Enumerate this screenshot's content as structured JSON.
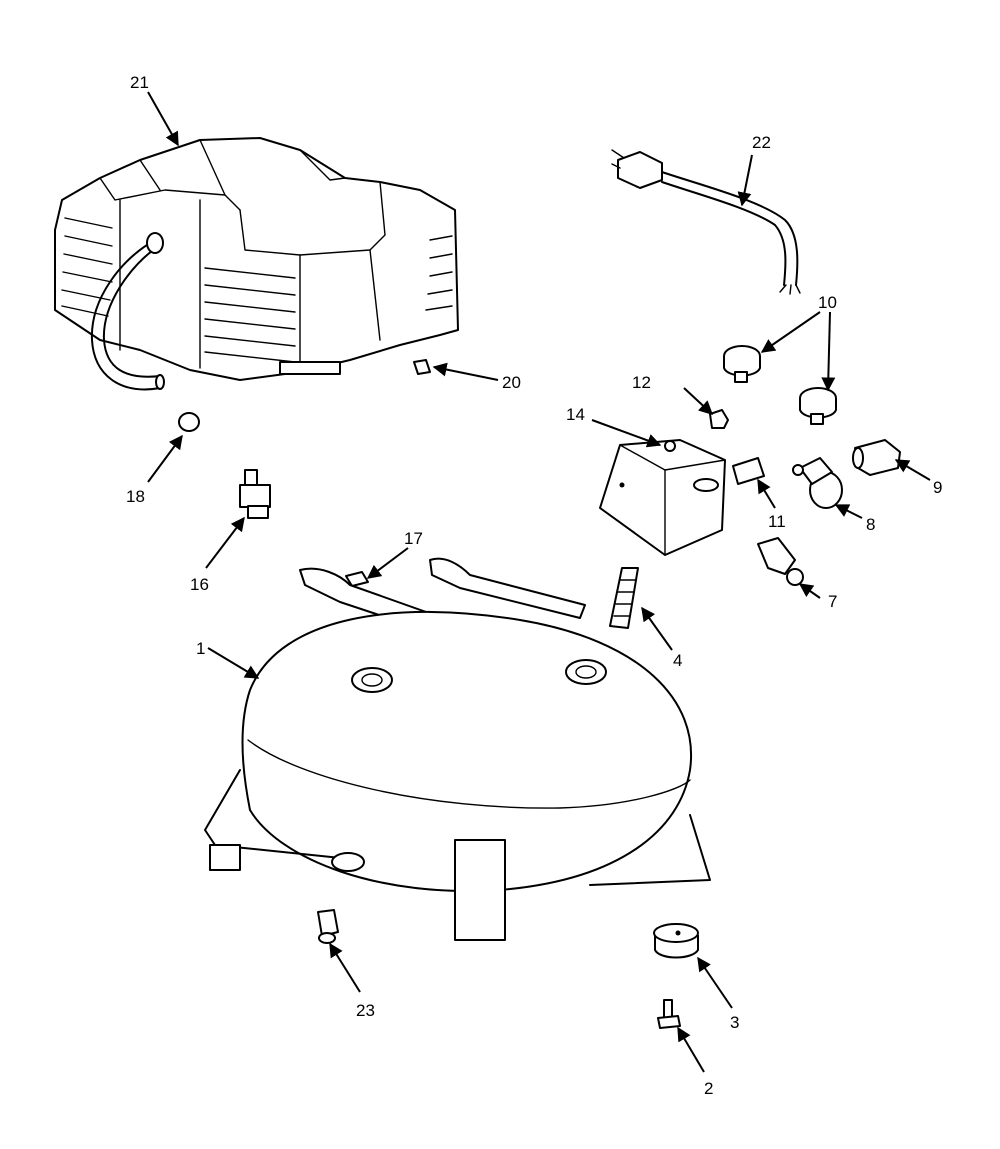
{
  "diagram": {
    "callouts": [
      {
        "id": "c1",
        "text": "1"
      },
      {
        "id": "c2",
        "text": "2"
      },
      {
        "id": "c3",
        "text": "3"
      },
      {
        "id": "c4",
        "text": "4"
      },
      {
        "id": "c7",
        "text": "7"
      },
      {
        "id": "c8",
        "text": "8"
      },
      {
        "id": "c9",
        "text": "9"
      },
      {
        "id": "c10",
        "text": "10"
      },
      {
        "id": "c11",
        "text": "11"
      },
      {
        "id": "c12",
        "text": "12"
      },
      {
        "id": "c14",
        "text": "14"
      },
      {
        "id": "c16",
        "text": "16"
      },
      {
        "id": "c17",
        "text": "17"
      },
      {
        "id": "c18",
        "text": "18"
      },
      {
        "id": "c20",
        "text": "20"
      },
      {
        "id": "c21",
        "text": "21"
      },
      {
        "id": "c22",
        "text": "22"
      },
      {
        "id": "c23",
        "text": "23"
      }
    ]
  }
}
